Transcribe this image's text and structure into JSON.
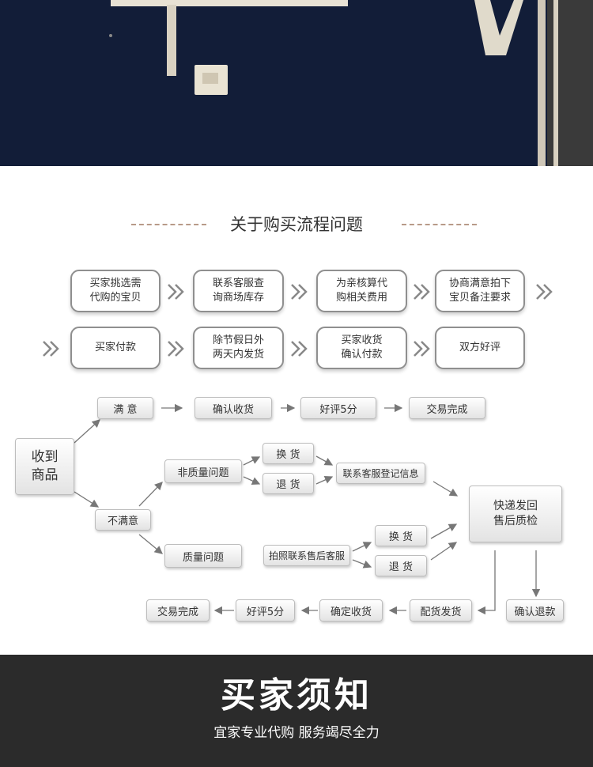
{
  "header": {
    "title": "关于购买流程问题"
  },
  "process_steps": [
    {
      "label": "买家挑选需\n代购的宝贝"
    },
    {
      "label": "联系客服查\n询商场库存"
    },
    {
      "label": "为亲核算代\n购相关费用"
    },
    {
      "label": "协商满意拍下\n宝贝备注要求"
    },
    {
      "label": "买家付款"
    },
    {
      "label": "除节假日外\n两天内发货"
    },
    {
      "label": "买家收货\n确认付款"
    },
    {
      "label": "双方好评"
    }
  ],
  "flow": {
    "received": "收到\n商品",
    "satisfied": "满 意",
    "confirm_receipt": "确认收货",
    "good_review_top": "好评5分",
    "done_top": "交易完成",
    "non_quality": "非质量问题",
    "exchange_1": "换 货",
    "return_1": "退 货",
    "contact_service": "联系客服登记信息",
    "unsatisfied": "不满意",
    "quality": "质量问题",
    "photo_contact": "拍照联系售后客服",
    "exchange_2": "换 货",
    "return_2": "退 货",
    "express_check": "快递发回\n售后质检",
    "confirm_refund": "确认退款",
    "ship_goods": "配货发货",
    "confirm_receipt_bottom": "确定收货",
    "good_review_bottom": "好评5分",
    "done_bottom": "交易完成"
  },
  "banner": {
    "title": "买家须知",
    "subtitle": "宜家专业代购 服务竭尽全力"
  },
  "colors": {
    "photo_wall": "#14213d",
    "card_border": "#8f8f8f",
    "arrow": "#777777",
    "banner_bg": "#2b2b2b",
    "dash": "#b89a88"
  }
}
